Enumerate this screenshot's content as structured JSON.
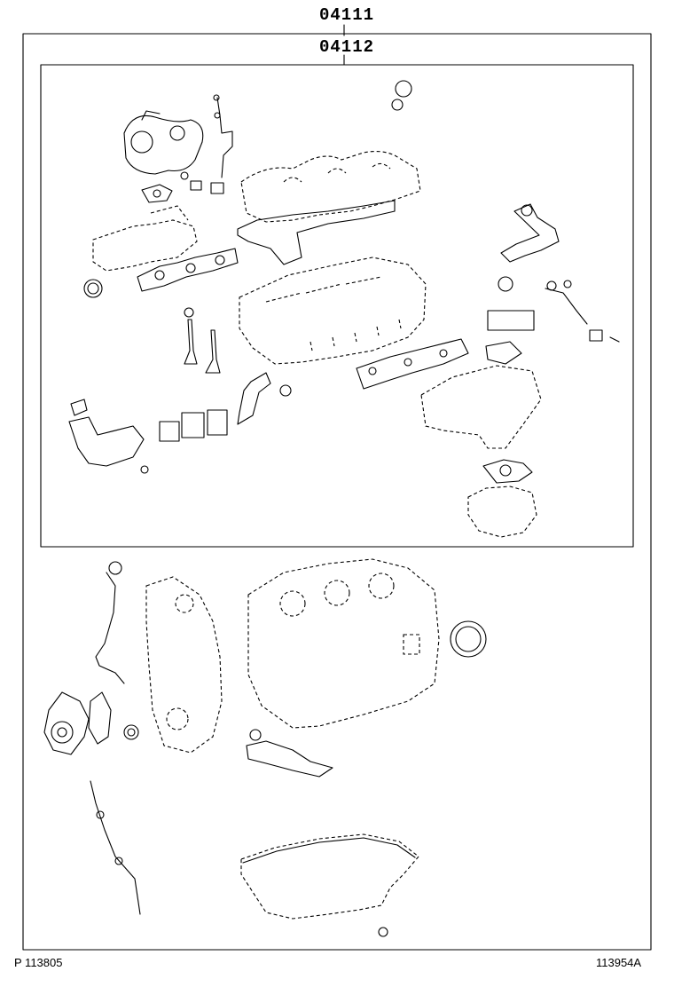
{
  "callouts": {
    "outer_kit": "04111",
    "inner_kit": "04112"
  },
  "footer": {
    "left_ref": "P 113805",
    "right_ref": "113954A"
  }
}
